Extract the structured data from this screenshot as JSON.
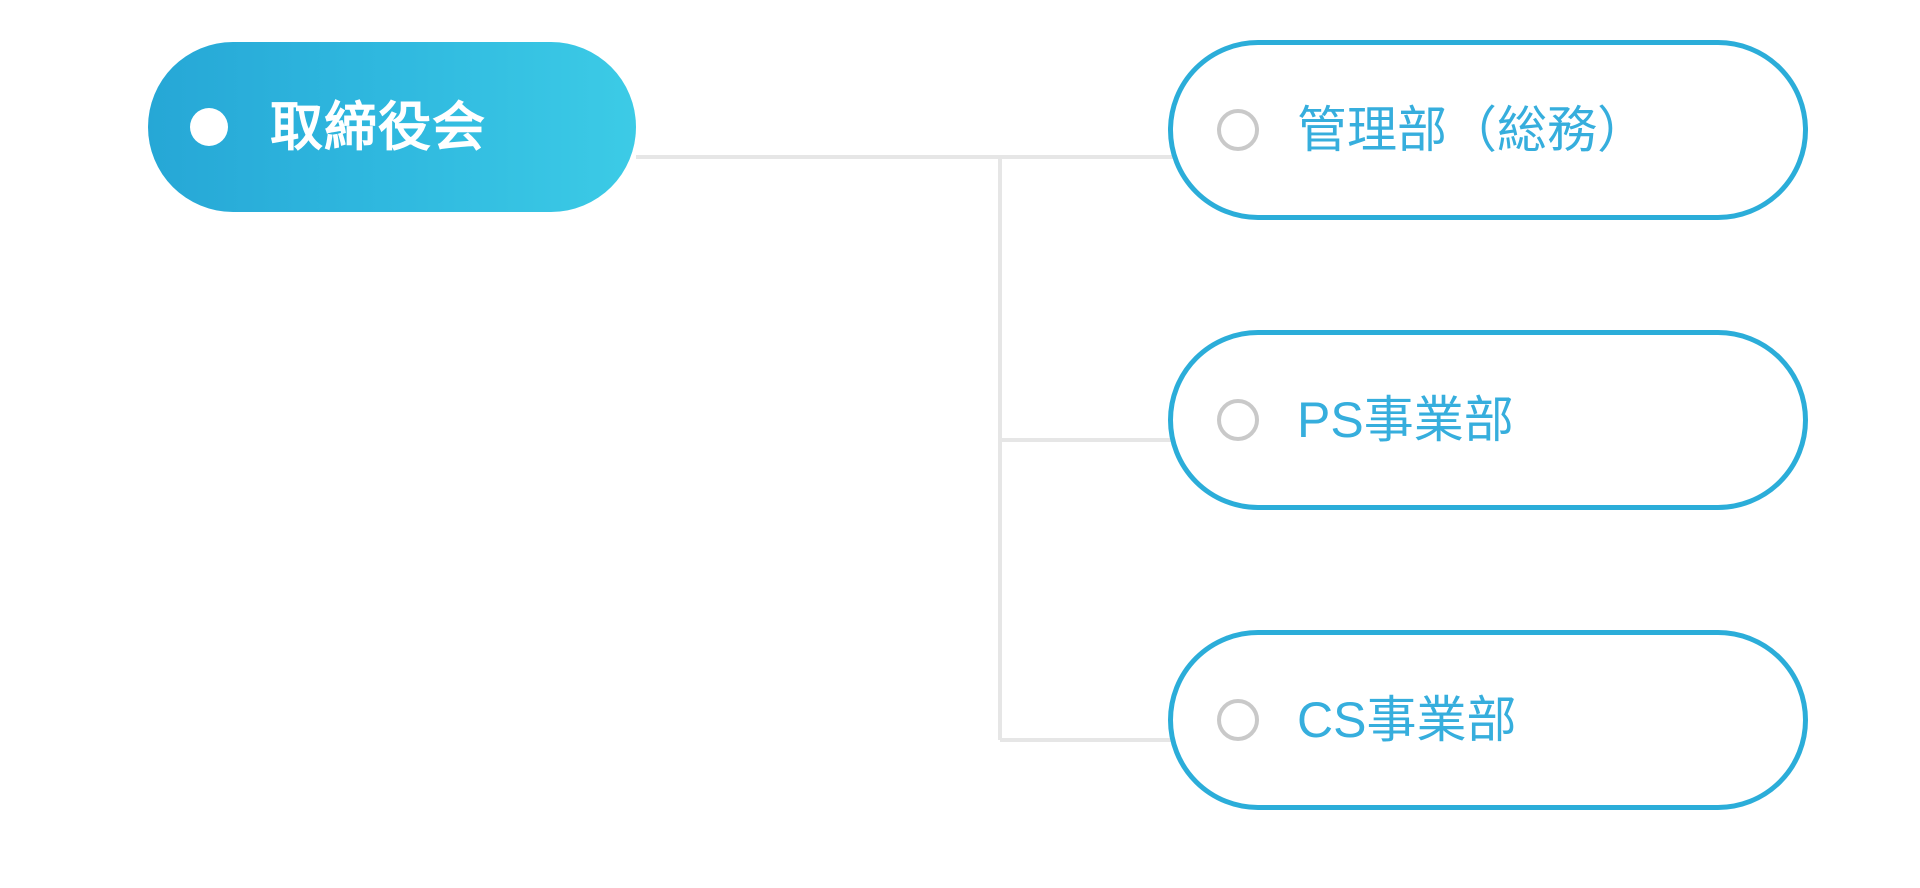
{
  "diagram": {
    "type": "organization-chart",
    "orientation": "horizontal-left-to-right",
    "background_color": "#ffffff",
    "connector_color": "#e6e6e6",
    "root": {
      "label": "取締役会",
      "bullet_icon": "filled-circle-icon",
      "text_color": "#ffffff",
      "gradient_start": "#26a7d6",
      "gradient_end": "#3ccbe6",
      "shape": "pill"
    },
    "children": [
      {
        "label": "管理部（総務）",
        "bullet_icon": "hollow-circle-icon",
        "text_color": "#36aedd",
        "border_color": "#2badd9",
        "fill_color": "#ffffff",
        "shape": "pill"
      },
      {
        "label": "PS事業部",
        "bullet_icon": "hollow-circle-icon",
        "text_color": "#36aedd",
        "border_color": "#2badd9",
        "fill_color": "#ffffff",
        "shape": "pill"
      },
      {
        "label": "CS事業部",
        "bullet_icon": "hollow-circle-icon",
        "text_color": "#36aedd",
        "border_color": "#2badd9",
        "fill_color": "#ffffff",
        "shape": "pill"
      }
    ]
  }
}
